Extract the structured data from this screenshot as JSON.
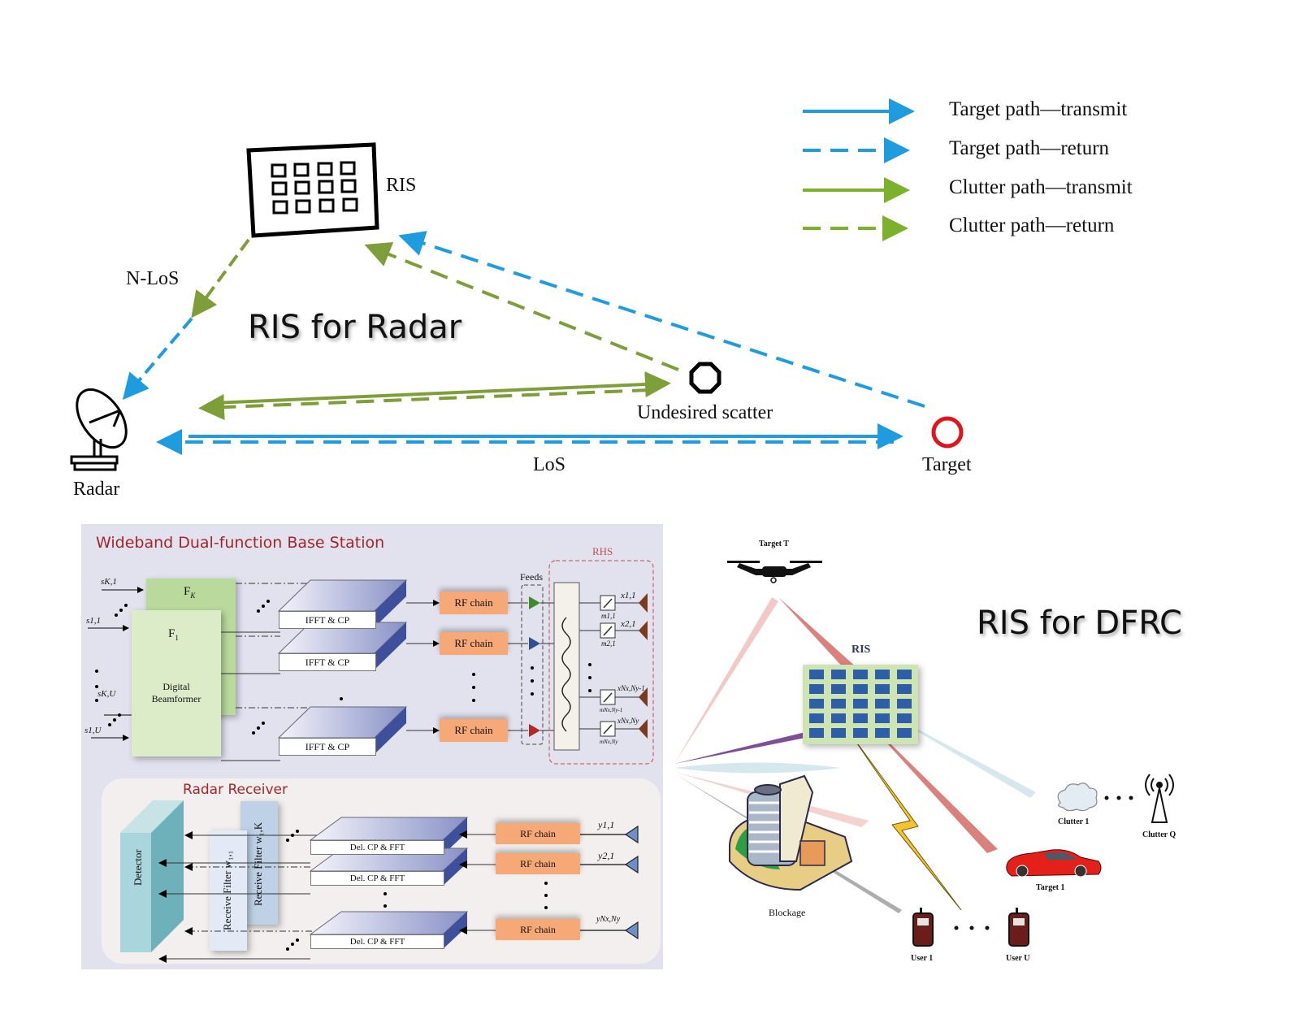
{
  "top_diagram": {
    "title": "RIS for Radar",
    "legend": [
      {
        "label": "Target path—transmit",
        "color": "#1f9be0",
        "style": "solid"
      },
      {
        "label": "Target path—return",
        "color": "#1f9be0",
        "style": "dashed"
      },
      {
        "label": "Clutter path—transmit",
        "color": "#7bb12b",
        "style": "solid"
      },
      {
        "label": "Clutter path—return",
        "color": "#7bb12b",
        "style": "dashed"
      }
    ],
    "nodes": {
      "ris": "RIS",
      "radar": "Radar",
      "scatter": "Undesired scatter",
      "target": "Target"
    },
    "links": {
      "nlos": "N-LoS",
      "los": "LoS"
    },
    "colors": {
      "target_path": "#1f9be0",
      "clutter_path": "#7e9e3a",
      "target_marker": "#e0141c"
    }
  },
  "base_station": {
    "title": "Wideband Dual-function Base Station",
    "inputs": [
      "s_{K,1}",
      "s_{1,1}",
      "s_{K,U}",
      "s_{1,U}"
    ],
    "input_labels": [
      "sK,1",
      "s1,1",
      "sK,U",
      "s1,U"
    ],
    "filter_back": "F",
    "filter_back_sub": "K",
    "filter_front": "F",
    "filter_front_sub": "1",
    "beamformer_label_1": "Digital",
    "beamformer_label_2": "Beamformer",
    "ifft_blocks": [
      "IFFT & CP",
      "IFFT & CP",
      "IFFT & CP"
    ],
    "rf_chains": [
      "RF chain",
      "RF chain",
      "RF chain"
    ],
    "feeds_label": "Feeds",
    "rhs_label": "RHS",
    "feed_colors": [
      "#3f8b2c",
      "#2f4f98",
      "#b22a25"
    ],
    "elements": [
      {
        "x": "x1,1",
        "m": "m1,1"
      },
      {
        "x": "x2,1",
        "m": "m2,1"
      },
      {
        "x": "xNx,Ny-1",
        "m": "mNx,Ny-1"
      },
      {
        "x": "xNx,Ny",
        "m": "mNx,Ny"
      }
    ]
  },
  "radar_receiver": {
    "title": "Radar Receiver",
    "detector": "Detector",
    "filter_1": "Receive Filter w₁,₁",
    "filter_2": "Receive Filter w₁,K",
    "fft_blocks": [
      "Del. CP & FFT",
      "Del. CP & FFT",
      "Del. CP & FFT"
    ],
    "rf_chains": [
      "RF chain",
      "RF chain",
      "RF chain"
    ],
    "outputs": [
      "y1,1",
      "y2,1",
      "yNx,Ny"
    ]
  },
  "dfrc": {
    "title": "RIS for DFRC",
    "ris_label": "RIS",
    "target_t": "Target T",
    "target_1": "Target 1",
    "clutter_1": "Clutter 1",
    "clutter_q": "Clutter Q",
    "blockage": "Blockage",
    "user_1": "User 1",
    "user_u": "User U",
    "ellipsis": "· · ·"
  }
}
